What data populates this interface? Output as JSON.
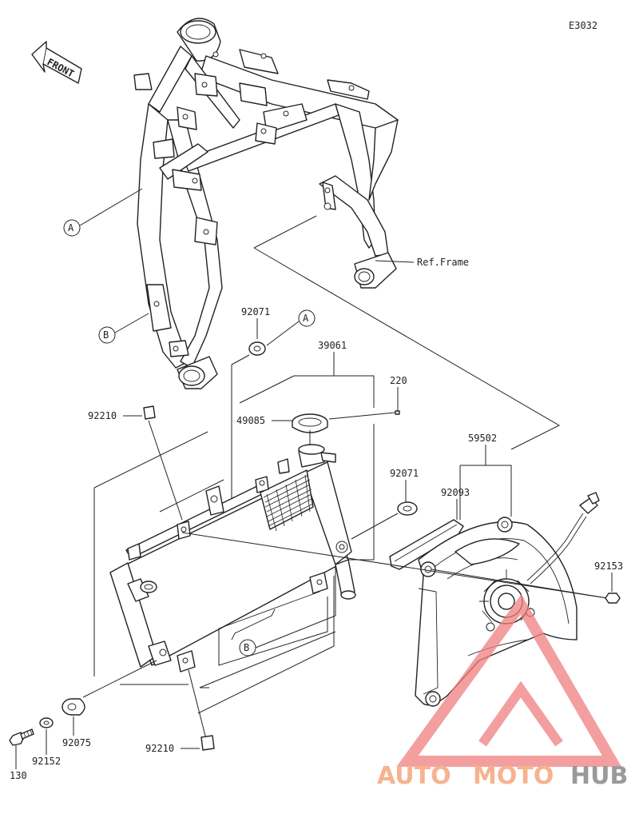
{
  "diagram": {
    "code": "E3032",
    "front_label": "FRONT",
    "ref_label": "Ref.Frame",
    "callouts": {
      "a_frame": "A",
      "b_frame": "B",
      "a_grommet": "A",
      "b_radiator": "B"
    },
    "part_numbers": {
      "p92071_top": "92071",
      "p39061": "39061",
      "p220": "220",
      "p49085": "49085",
      "p92210_top": "92210",
      "p59502": "59502",
      "p92071_mid": "92071",
      "p92093": "92093",
      "p92153": "92153",
      "p92075": "92075",
      "p92152": "92152",
      "p130": "130",
      "p92210_bottom": "92210"
    }
  },
  "watermark": {
    "part1": "AUTO",
    "part2": "MOTO",
    "part3": "HUB",
    "color1": "#f7b28f",
    "color2": "#f7b28f",
    "color3": "#9a9a9a",
    "logo_color": "#f08080"
  }
}
